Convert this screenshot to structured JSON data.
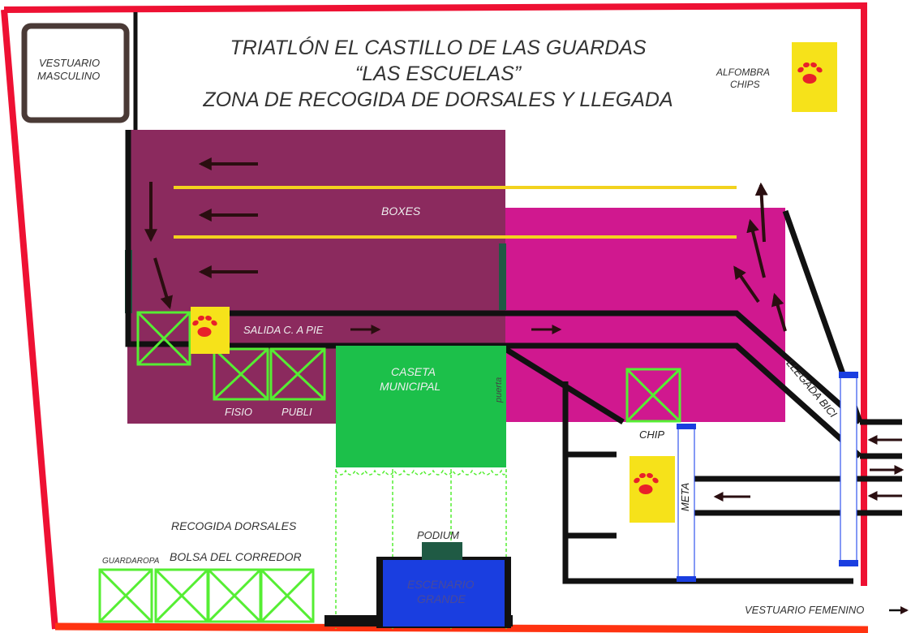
{
  "title": {
    "line1": "TRIATLÓN EL CASTILLO DE LAS GUARDAS",
    "line2": "“LAS ESCUELAS”",
    "line3": "ZONA DE RECOGIDA DE DORSALES Y LLEGADA"
  },
  "labels": {
    "vestuario_masculino_1": "VESTUARIO",
    "vestuario_masculino_2": "MASCULINO",
    "alfombra_1": "ALFOMBRA",
    "alfombra_2": "CHIPS",
    "boxes": "BOXES",
    "salida": "SALIDA C. A PIE",
    "caseta_1": "CASETA",
    "caseta_2": "MUNICIPAL",
    "fisio": "FISIO",
    "publi": "PUBLI",
    "puerta": "puerta",
    "chip": "CHIP",
    "meta": "META",
    "llegada_bici": "LLEGADA BICI",
    "recogida_dorsales": "RECOGIDA DORSALES",
    "bolsa_corredor": "BOLSA DEL CORREDOR",
    "guardaropa": "GUARDAROPA",
    "podium": "PODIUM",
    "escenario_1": "ESCENARIO",
    "escenario_2": "GRANDE",
    "vestuario_femenino": "VESTUARIO FEMENINO"
  },
  "colors": {
    "border_red": "#ee1133",
    "boxes_purple": "#8b2a5e",
    "magenta": "#d0188f",
    "caseta_green": "#1cc04a",
    "tent_green": "#55ee33",
    "chip_yellow": "#f6e21a",
    "stage_blue": "#1a3ee0",
    "podium_green": "#1f5a44",
    "paw_red": "#e8202a",
    "lane_yellow": "#f2d21e"
  },
  "icons": [
    "paw-icon",
    "tent-icon",
    "arrow-icon"
  ]
}
